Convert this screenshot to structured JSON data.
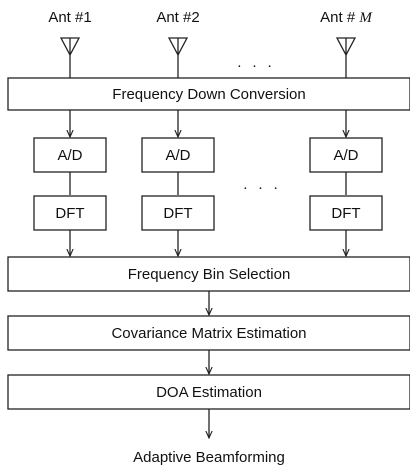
{
  "antennas": [
    {
      "label_prefix": "Ant #",
      "label_index": "1"
    },
    {
      "label_prefix": "Ant #",
      "label_index": "2"
    },
    {
      "label_prefix": "Ant # ",
      "label_index": "M"
    }
  ],
  "ellipsis": "· · ·",
  "stages": {
    "frequency_down_conversion": "Frequency Down Conversion",
    "ad": "A/D",
    "dft": "DFT",
    "frequency_bin_selection": "Frequency Bin Selection",
    "covariance_matrix_estimation": "Covariance Matrix Estimation",
    "doa_estimation": "DOA Estimation",
    "output": "Adaptive Beamforming"
  }
}
